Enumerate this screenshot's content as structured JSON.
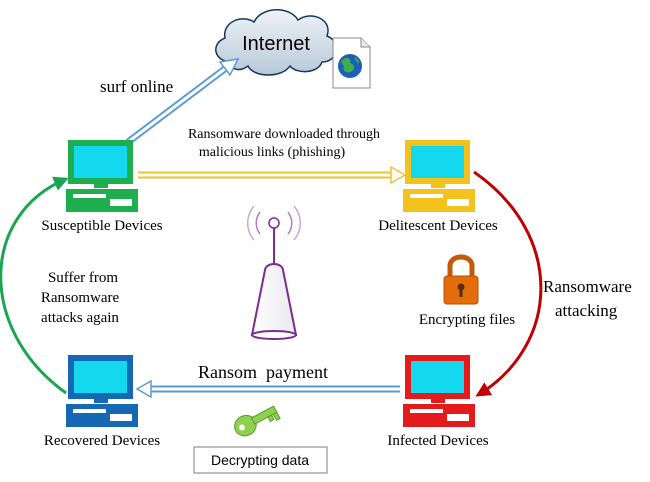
{
  "labels": {
    "cloud": "Internet",
    "surf_online": "surf online",
    "download_line1": "Ransomware downloaded through",
    "download_line2": "malicious links (phishing)",
    "susceptible": "Susceptible Devices",
    "delitescent": "Delitescent Devices",
    "infected": "Infected Devices",
    "recovered": "Recovered Devices",
    "attacking_line1": "Ransomware",
    "attacking_line2": "attacking",
    "encrypting": "Encrypting files",
    "ransom_payment": "Ransom  payment",
    "suffer_line1": "Suffer from",
    "suffer_line2": "Ransomware",
    "suffer_line3": "attacks again",
    "decrypting": "Decrypting data"
  },
  "icons": {
    "cloud": "cloud-icon",
    "web_document": "web-document-icon",
    "router": "wireless-router-icon",
    "lock": "padlock-icon",
    "key": "key-icon"
  },
  "colors": {
    "susceptible": "#1fae4e",
    "delitescent": "#f4c21c",
    "infected": "#e31b1b",
    "recovered": "#1668b5",
    "screen": "#14d8ee",
    "cycle_green": "#1aa550",
    "cycle_red": "#c00000",
    "arrow_blue": "#5b9bd5",
    "arrow_yellow": "#f2c230",
    "router_outline": "#7b2d8e",
    "lock": "#e46c0a",
    "key": "#8ed14d"
  }
}
